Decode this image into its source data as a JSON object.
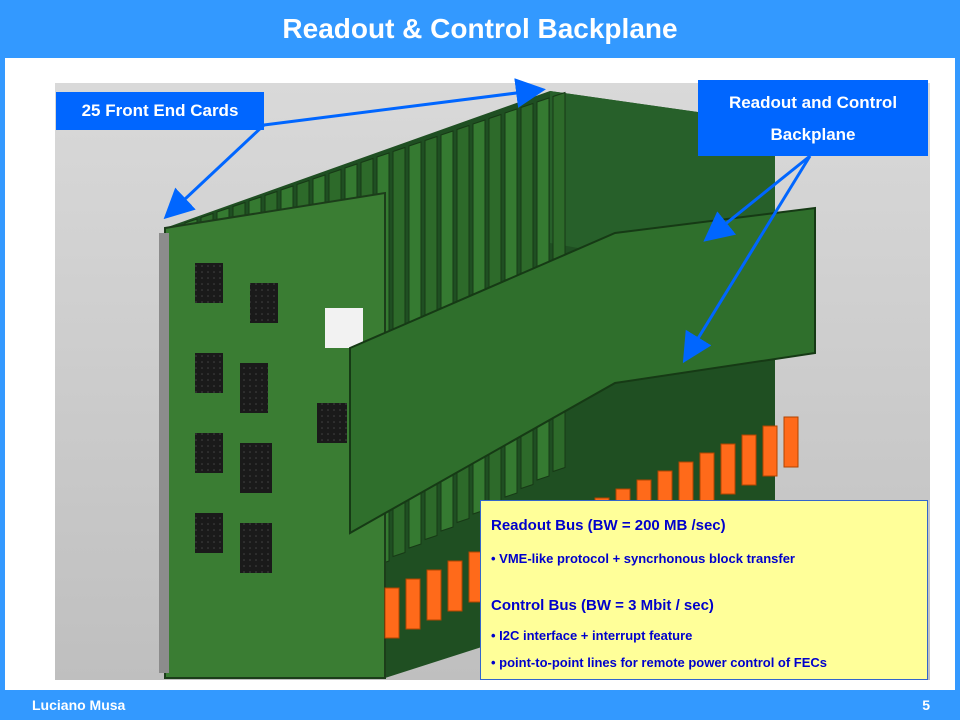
{
  "title": "Readout & Control Backplane",
  "footer": {
    "author": "Luciano Musa",
    "page_number": "5"
  },
  "labels": {
    "front_end_cards": "25 Front End Cards",
    "backplane_line1": "Readout and Control",
    "backplane_line2": "Backplane"
  },
  "info": {
    "readout_bus_heading": "Readout Bus (BW = 200 MB /sec)",
    "readout_bus_items": [
      "• VME-like protocol + syncrhonous block transfer"
    ],
    "control_bus_heading": "Control Bus (BW = 3 Mbit / sec)",
    "control_bus_items": [
      "• I2C interface + interrupt feature",
      "• point-to-point lines for remote power control of FECs"
    ]
  },
  "colors": {
    "frame_blue": "#3399ff",
    "label_blue": "#0066ff",
    "info_bg": "#ffff99",
    "info_text": "#0000cc",
    "board_green": "#2e6b2a",
    "connector_orange": "#ff6a1a"
  }
}
